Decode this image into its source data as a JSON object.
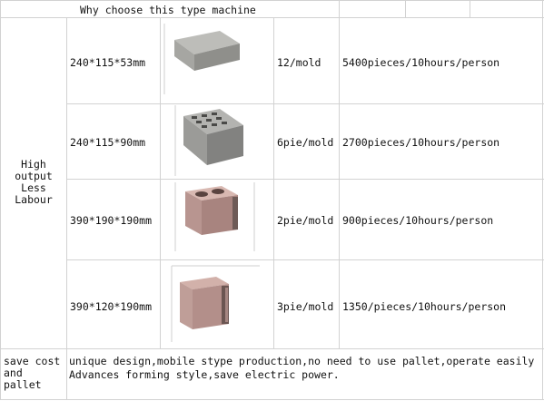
{
  "header": {
    "title": "Why choose this type machine"
  },
  "side_label": {
    "lines": [
      "High",
      "output",
      "Less",
      "Labour"
    ]
  },
  "rows": [
    {
      "size": "240*115*53mm",
      "per_mold": "12/mold",
      "output": "5400pieces/10hours/person",
      "image": "solid-brick-image"
    },
    {
      "size": "240*115*90mm",
      "per_mold": "6pie/mold",
      "output": "2700pieces/10hours/person",
      "image": "perforated-brick-image"
    },
    {
      "size": "390*190*190mm",
      "per_mold": "2pie/mold",
      "output": "900pieces/10hours/person",
      "image": "hollow-block-image"
    },
    {
      "size": "390*120*190mm",
      "per_mold": "3pie/mold",
      "output": "1350/pieces/10hours/person",
      "image": "hollow-block-narrow-image"
    }
  ],
  "footer": {
    "label_lines": [
      "save cost",
      "and",
      "pallet"
    ],
    "text_line1": "unique design,mobile stype production,no need to use pallet,operate easily",
    "text_line2": "Advances forming style,save electric power."
  },
  "colors": {
    "grid": "#d2d2d2",
    "brick_top": "#b9b9b5",
    "brick_front": "#9a9a96",
    "block_red_top": "#c9a6a0",
    "block_red_front": "#b78a84"
  }
}
